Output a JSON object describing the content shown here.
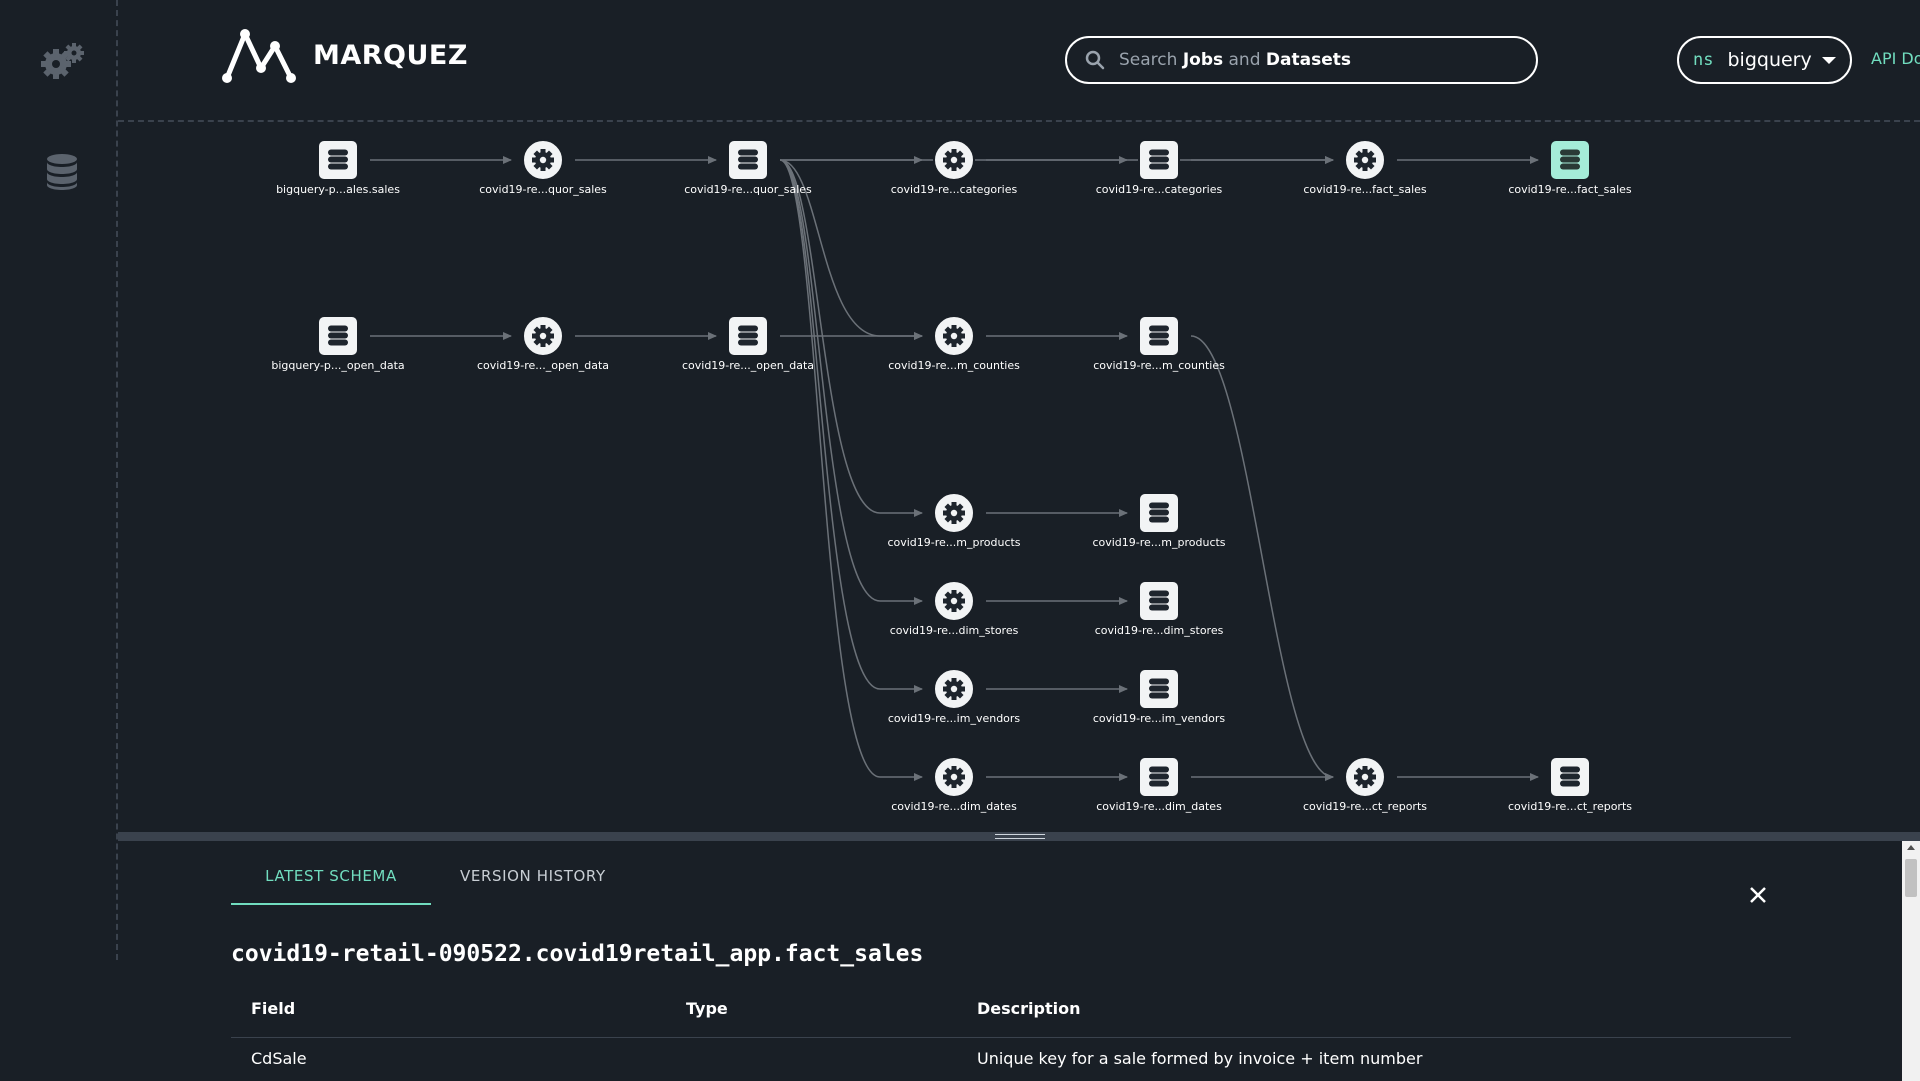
{
  "app": {
    "logo_text": "MARQUEZ"
  },
  "sidebar": {
    "items": [
      {
        "name": "jobs",
        "icon": "gears-icon"
      },
      {
        "name": "datasets",
        "icon": "database-icon"
      }
    ]
  },
  "search": {
    "prefix": "Search",
    "word1": "Jobs",
    "conj": "and",
    "word2": "Datasets",
    "icon": "search-icon"
  },
  "namespace": {
    "prefix": "ns",
    "value": "bigquery"
  },
  "header": {
    "api_docs": "API Docs"
  },
  "colors": {
    "background": "#191f26",
    "accent": "#71ddbf",
    "edge": "#6b7178",
    "node_fill": "#f2f4f5",
    "selected_node": "#a5ecd8"
  },
  "graph": {
    "nodes": [
      {
        "id": "d_sales",
        "kind": "dataset",
        "label": "bigquery-p...ales.sales"
      },
      {
        "id": "j_quor",
        "kind": "job",
        "label": "covid19-re...quor_sales"
      },
      {
        "id": "d_quor",
        "kind": "dataset",
        "label": "covid19-re...quor_sales"
      },
      {
        "id": "j_cat",
        "kind": "job",
        "label": "covid19-re...categories"
      },
      {
        "id": "d_cat",
        "kind": "dataset",
        "label": "covid19-re...categories"
      },
      {
        "id": "j_fact",
        "kind": "job",
        "label": "covid19-re...fact_sales"
      },
      {
        "id": "d_fact",
        "kind": "dataset",
        "label": "covid19-re...fact_sales",
        "selected": true
      },
      {
        "id": "d_open",
        "kind": "dataset",
        "label": "bigquery-p..._open_data"
      },
      {
        "id": "j_open",
        "kind": "job",
        "label": "covid19-re..._open_data"
      },
      {
        "id": "d_open2",
        "kind": "dataset",
        "label": "covid19-re..._open_data"
      },
      {
        "id": "j_cnt",
        "kind": "job",
        "label": "covid19-re...m_counties"
      },
      {
        "id": "d_cnt",
        "kind": "dataset",
        "label": "covid19-re...m_counties"
      },
      {
        "id": "j_prod",
        "kind": "job",
        "label": "covid19-re...m_products"
      },
      {
        "id": "d_prod",
        "kind": "dataset",
        "label": "covid19-re...m_products"
      },
      {
        "id": "j_store",
        "kind": "job",
        "label": "covid19-re...dim_stores"
      },
      {
        "id": "d_store",
        "kind": "dataset",
        "label": "covid19-re...dim_stores"
      },
      {
        "id": "j_vend",
        "kind": "job",
        "label": "covid19-re...im_vendors"
      },
      {
        "id": "d_vend",
        "kind": "dataset",
        "label": "covid19-re...im_vendors"
      },
      {
        "id": "j_date",
        "kind": "job",
        "label": "covid19-re...dim_dates"
      },
      {
        "id": "d_date",
        "kind": "dataset",
        "label": "covid19-re...dim_dates"
      },
      {
        "id": "j_rep",
        "kind": "job",
        "label": "covid19-re...ct_reports"
      },
      {
        "id": "d_rep",
        "kind": "dataset",
        "label": "covid19-re...ct_reports"
      }
    ],
    "edges": [
      [
        "d_sales",
        "j_quor"
      ],
      [
        "j_quor",
        "d_quor"
      ],
      [
        "d_quor",
        "j_cat"
      ],
      [
        "j_cat",
        "d_cat"
      ],
      [
        "d_cat",
        "j_fact"
      ],
      [
        "j_fact",
        "d_fact"
      ],
      [
        "d_quor",
        "j_fact"
      ],
      [
        "d_open",
        "j_open"
      ],
      [
        "j_open",
        "d_open2"
      ],
      [
        "d_open2",
        "j_cnt"
      ],
      [
        "d_quor",
        "j_cnt"
      ],
      [
        "j_cnt",
        "d_cnt"
      ],
      [
        "d_quor",
        "j_prod"
      ],
      [
        "j_prod",
        "d_prod"
      ],
      [
        "d_quor",
        "j_store"
      ],
      [
        "j_store",
        "d_store"
      ],
      [
        "d_quor",
        "j_vend"
      ],
      [
        "j_vend",
        "d_vend"
      ],
      [
        "d_quor",
        "j_date"
      ],
      [
        "j_date",
        "d_date"
      ],
      [
        "d_cnt",
        "j_rep"
      ],
      [
        "d_date",
        "j_rep"
      ],
      [
        "j_rep",
        "d_rep"
      ]
    ]
  },
  "drawer": {
    "tabs": [
      {
        "label": "LATEST SCHEMA"
      },
      {
        "label": "VERSION HISTORY"
      }
    ],
    "dataset_name": "covid19-retail-090522.covid19retail_app.fact_sales",
    "columns": [
      "Field",
      "Type",
      "Description"
    ],
    "rows": [
      {
        "field": "CdSale",
        "type": "",
        "description": "Unique key for a sale formed by invoice + item number"
      }
    ]
  }
}
